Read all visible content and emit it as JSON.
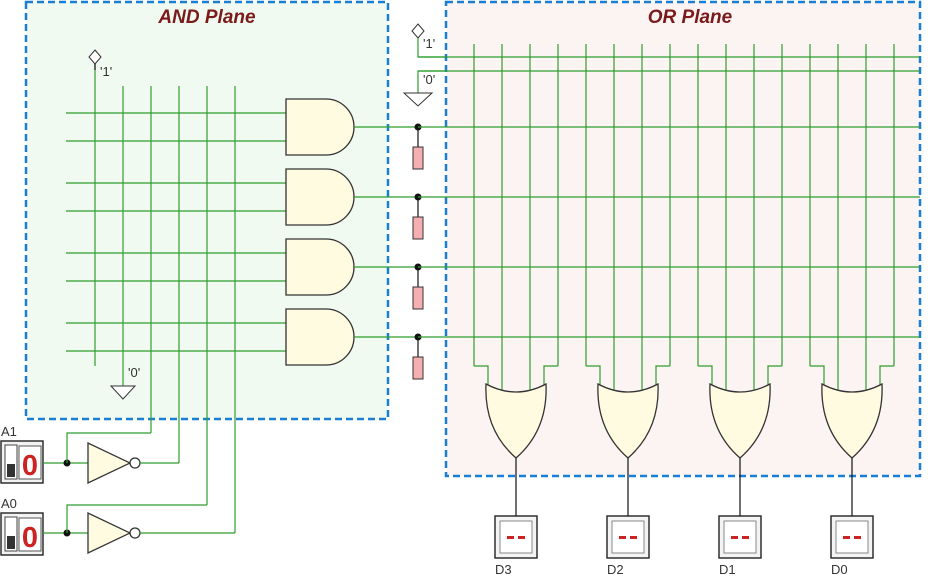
{
  "panels": {
    "and_plane": {
      "title": "AND Plane",
      "fill": "#f0faf0",
      "border": "#1a7fd4"
    },
    "or_plane": {
      "title": "OR Plane",
      "fill": "#fcf3f3",
      "border": "#1a7fd4"
    }
  },
  "signals": {
    "and_high": "'1'",
    "and_low": "'0'",
    "or_high": "'1'",
    "or_low": "'0'"
  },
  "inputs": [
    {
      "name": "A1",
      "value": "0"
    },
    {
      "name": "A0",
      "value": "0"
    }
  ],
  "outputs": [
    {
      "name": "D3"
    },
    {
      "name": "D2"
    },
    {
      "name": "D1"
    },
    {
      "name": "D0"
    }
  ],
  "colors": {
    "wire": "#2e9e2e",
    "gate_fill": "#fffbe1",
    "resistor": "#f4b0b0",
    "display_digit": "#cc2222"
  }
}
